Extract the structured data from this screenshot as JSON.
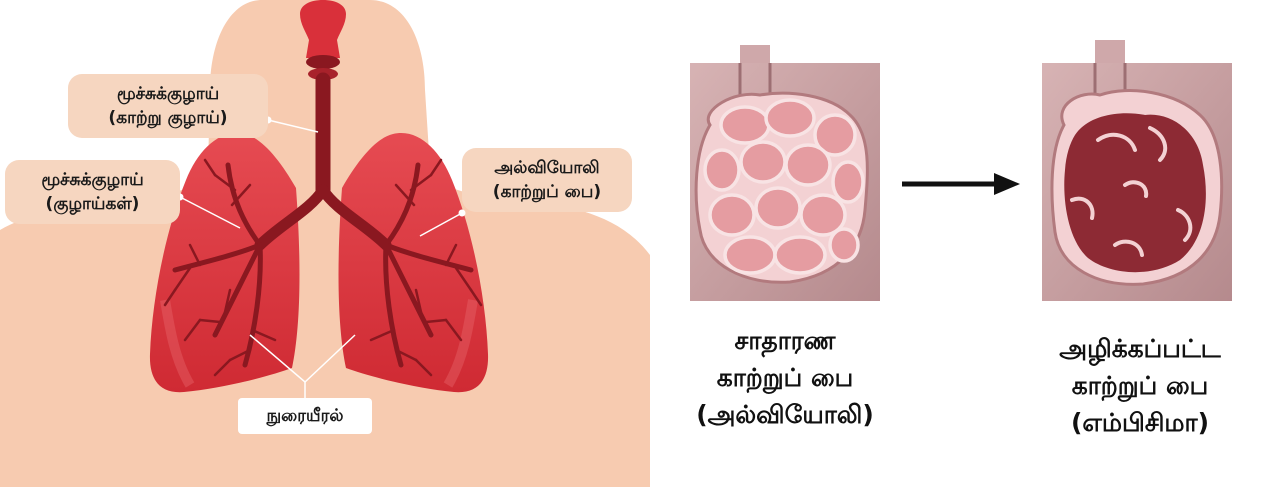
{
  "labels": {
    "trachea": [
      "மூச்சுக்குழாய்",
      "(காற்று குழாய்)"
    ],
    "bronchi": [
      "மூச்சுக்குழாய்",
      "(குழாய்கள்)"
    ],
    "alveoli": [
      "அல்வியோலி",
      "(காற்றுப் பை)"
    ],
    "lungs": "நுரையீரல்"
  },
  "captions": {
    "normal": [
      "சாதாரண",
      "காற்றுப் பை",
      "(அல்வியோலி)"
    ],
    "damaged": [
      "அழிக்கப்பட்ட",
      "காற்றுப் பை",
      "(எம்பிசிமா)"
    ]
  },
  "colors": {
    "skin": "#f7cbb0",
    "label_bg": "#f6d6c0",
    "lung": "#d9303a",
    "lung_light": "#e64b52",
    "airway": "#8a1820",
    "alveolus_frame": "#c9a2a4",
    "alveolus_healthy": "#e7a2a6",
    "alveolus_damaged": "#8d2a34",
    "arrow": "#111111"
  }
}
